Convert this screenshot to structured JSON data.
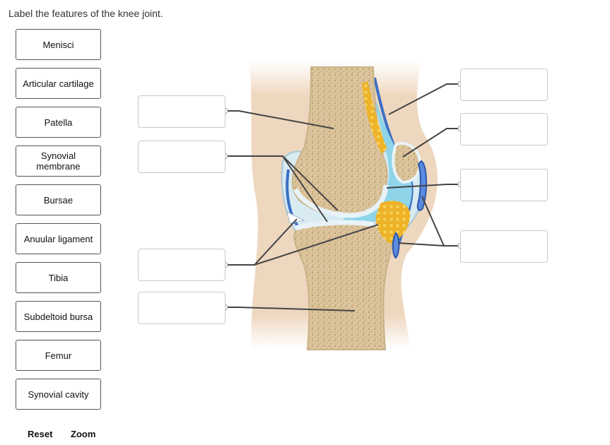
{
  "prompt": "Label the features of the knee joint.",
  "labels": [
    "Menisci",
    "Articular cartilage",
    "Patella",
    "Synovial\nmembrane",
    "Bursae",
    "Anuular ligament",
    "Tibia",
    "Subdeltoid bursa",
    "Femur",
    "Synovial cavity"
  ],
  "controls": {
    "reset": "Reset",
    "zoom": "Zoom"
  },
  "colors": {
    "chip_border": "#555555",
    "target_border": "#c8c8c8",
    "skin": "#e8c9a8",
    "bone": "#d9c29a",
    "cartilage": "#cfe6ef",
    "synovial_fluid": "#8ed5ea",
    "membrane": "#3b6fc4",
    "fat": "#f2b92a"
  }
}
